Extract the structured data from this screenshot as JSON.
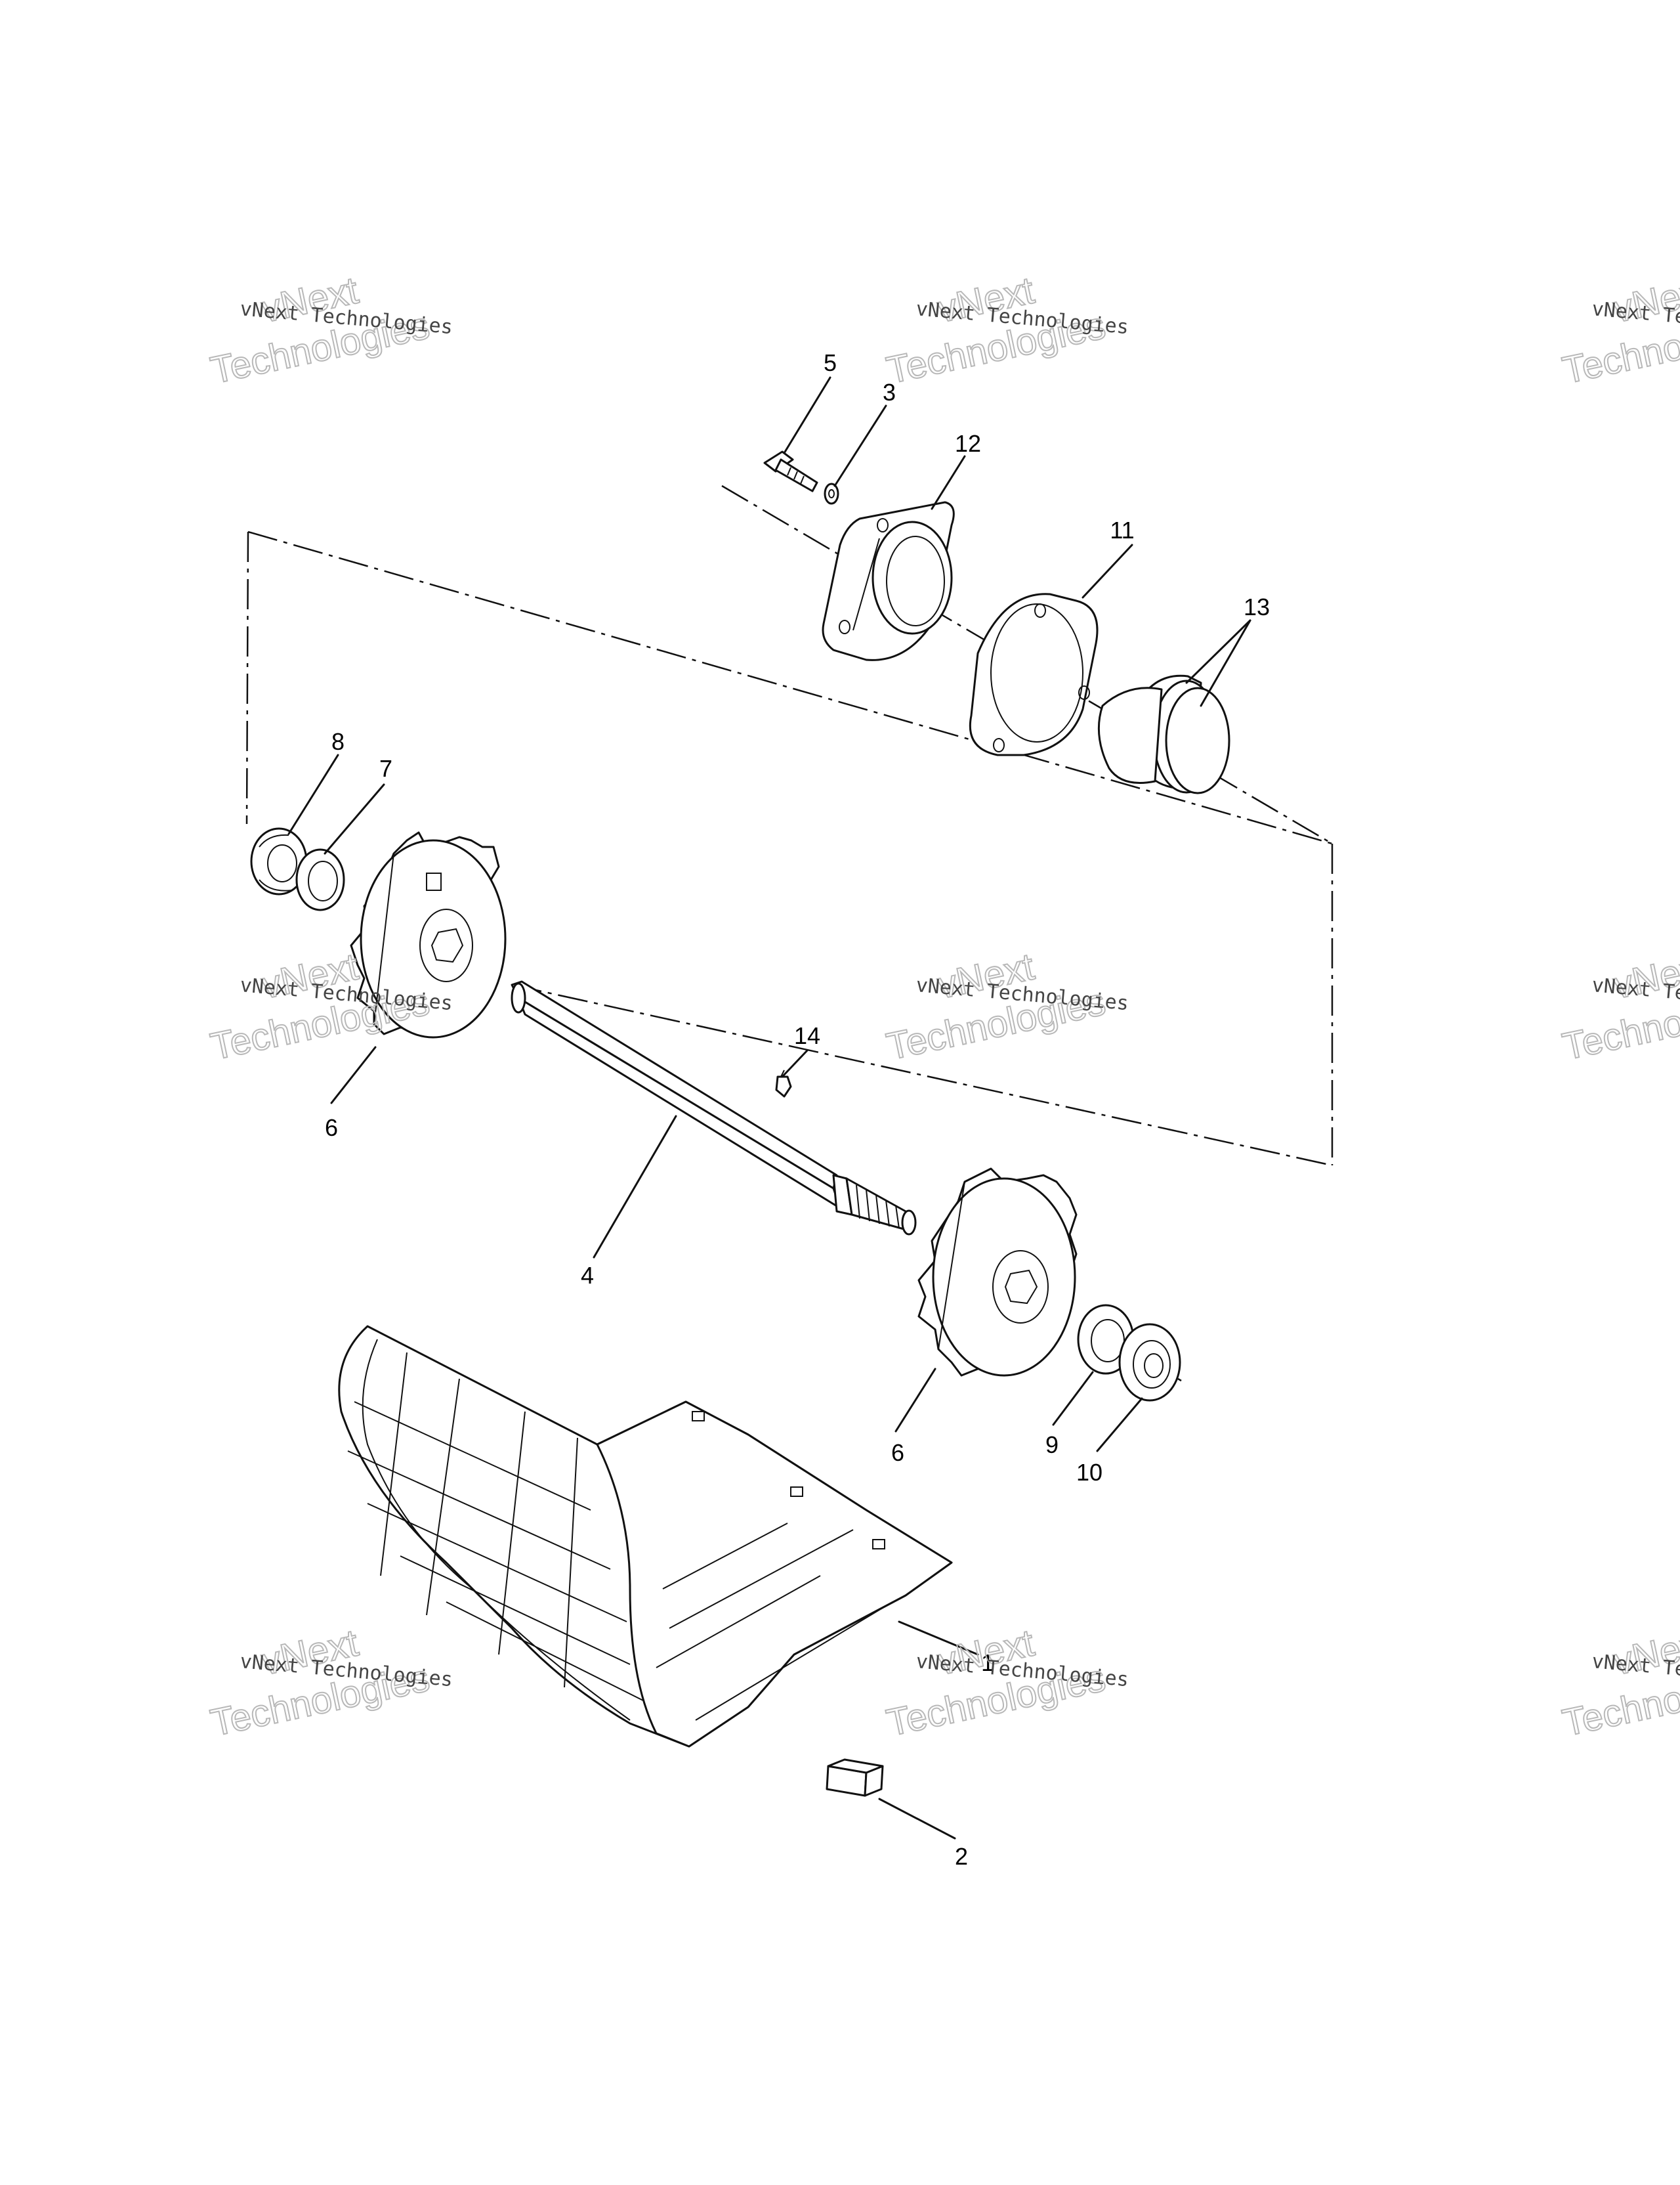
{
  "watermark": {
    "line1": "vNext",
    "line2": "Technologies",
    "full": "vNext Technologies"
  },
  "callouts": {
    "c1": "1",
    "c2": "2",
    "c3": "3",
    "c4": "4",
    "c5": "5",
    "c6a": "6",
    "c6b": "6",
    "c7": "7",
    "c8": "8",
    "c9": "9",
    "c10": "10",
    "c11": "11",
    "c12": "12",
    "c13": "13",
    "c14": "14"
  }
}
